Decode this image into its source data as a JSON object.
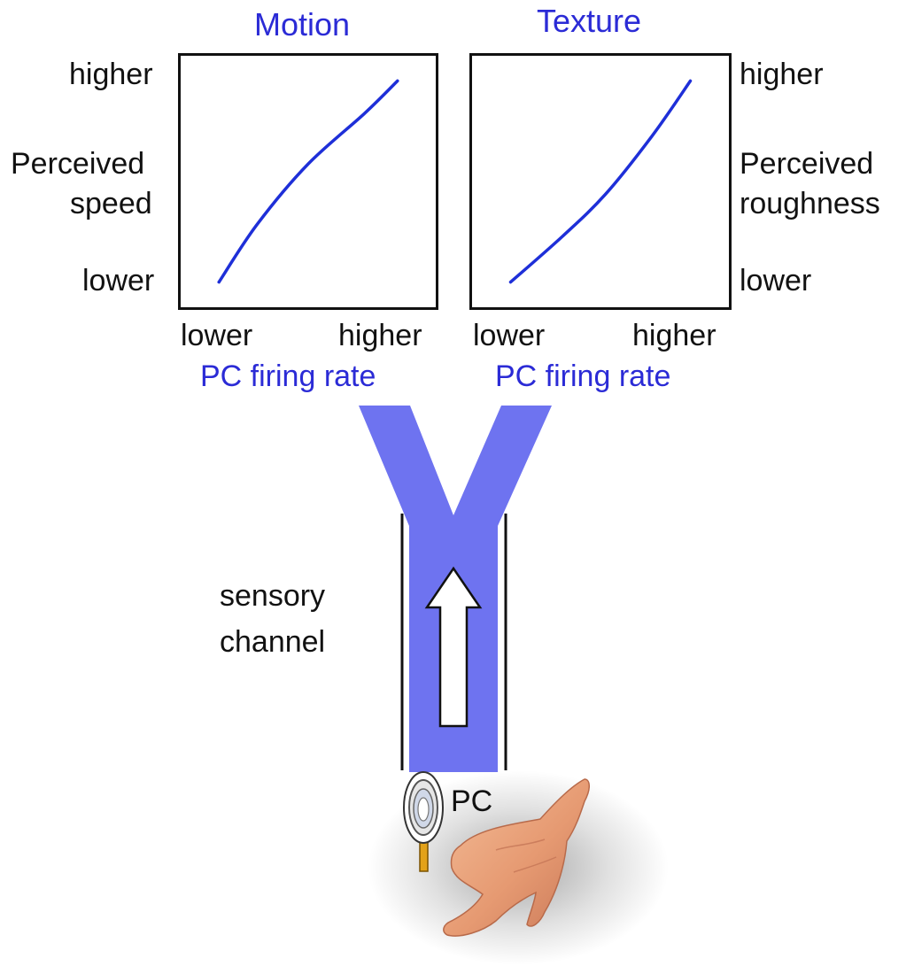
{
  "colors": {
    "accent_blue": "#2b2bd6",
    "channel_blue": "#6e73f0",
    "curve_blue": "#1e2fd8",
    "receptor_stalk": "#e3a21a",
    "hand_skin": "#e8a27c"
  },
  "plots": {
    "motion": {
      "title": "Motion",
      "y_high": "higher",
      "y_label_line1": "Perceived",
      "y_label_line2": "speed",
      "y_low": "lower",
      "x_low": "lower",
      "x_high": "higher",
      "x_label": "PC firing rate"
    },
    "texture": {
      "title": "Texture",
      "y_high": "higher",
      "y_label_line1": "Perceived",
      "y_label_line2": "roughness",
      "y_low": "lower",
      "x_low": "lower",
      "x_high": "higher",
      "x_label": "PC firing rate"
    }
  },
  "chart_data": [
    {
      "type": "line",
      "title": "Motion",
      "xlabel": "PC firing rate",
      "ylabel": "Perceived speed",
      "x_ticks": [
        "lower",
        "higher"
      ],
      "y_ticks": [
        "lower",
        "higher"
      ],
      "series": [
        {
          "values_xy": [
            [
              0.15,
              0.1
            ],
            [
              0.3,
              0.33
            ],
            [
              0.5,
              0.57
            ],
            [
              0.72,
              0.77
            ],
            [
              0.85,
              0.9
            ]
          ]
        }
      ],
      "xlim": [
        0,
        1
      ],
      "ylim": [
        0,
        1
      ],
      "grid": false
    },
    {
      "type": "line",
      "title": "Texture",
      "xlabel": "PC firing rate",
      "ylabel": "Perceived roughness",
      "x_ticks": [
        "lower",
        "higher"
      ],
      "y_ticks": [
        "lower",
        "higher"
      ],
      "series": [
        {
          "values_xy": [
            [
              0.15,
              0.1
            ],
            [
              0.35,
              0.28
            ],
            [
              0.52,
              0.45
            ],
            [
              0.7,
              0.68
            ],
            [
              0.85,
              0.9
            ]
          ]
        }
      ],
      "xlim": [
        0,
        1
      ],
      "ylim": [
        0,
        1
      ],
      "grid": false
    }
  ],
  "channel": {
    "label_line1": "sensory",
    "label_line2": "channel"
  },
  "receptor": {
    "label": "PC"
  }
}
